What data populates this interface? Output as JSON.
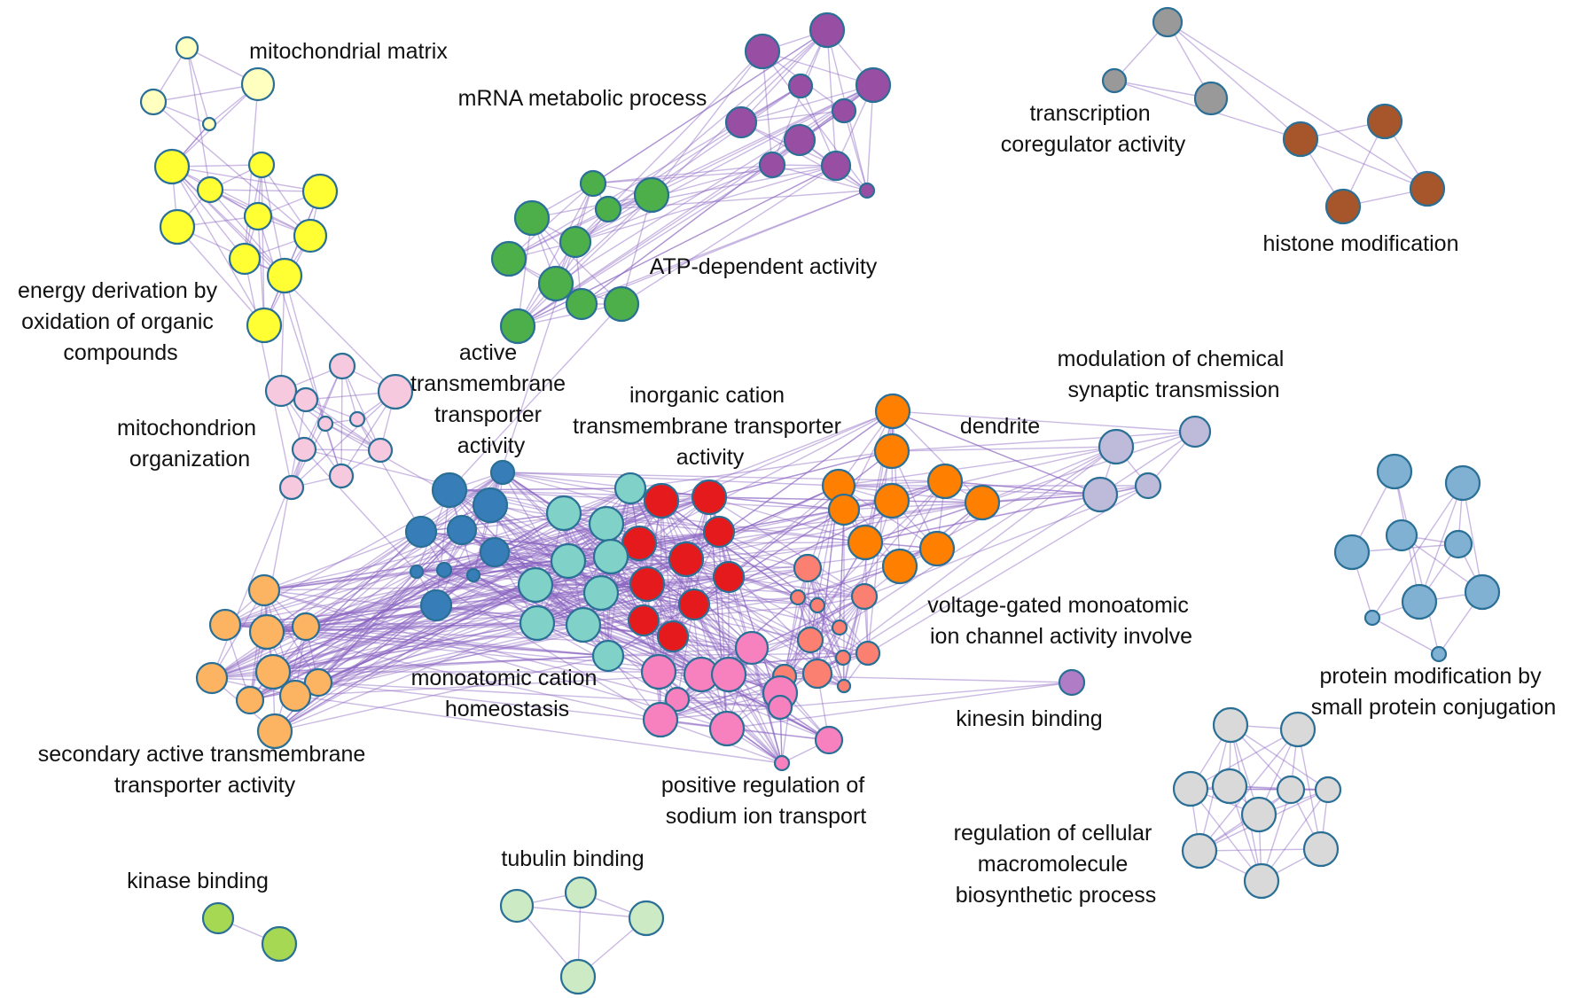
{
  "clusters": [
    {
      "id": "mito_matrix",
      "color": "#ffffbf",
      "lines": [
        "mitochondrial matrix"
      ]
    },
    {
      "id": "energy",
      "color": "#ffff33",
      "lines": [
        "energy derivation by",
        "oxidation of organic",
        "compounds"
      ]
    },
    {
      "id": "mito_org",
      "color": "#f7c9df",
      "lines": [
        "mitochondrion",
        "organization"
      ]
    },
    {
      "id": "mrna",
      "color": "#984ea3",
      "lines": [
        "mRNA metabolic process"
      ]
    },
    {
      "id": "atp",
      "color": "#4daf4a",
      "lines": [
        "ATP-dependent activity"
      ]
    },
    {
      "id": "transcription",
      "color": "#999999",
      "lines": [
        "transcription",
        "coregulator activity"
      ]
    },
    {
      "id": "histone",
      "color": "#a6562a",
      "lines": [
        "histone modification"
      ]
    },
    {
      "id": "active_tm",
      "color": "#377eb8",
      "lines": [
        "active",
        "transmembrane",
        "transporter",
        "activity"
      ]
    },
    {
      "id": "inorganic",
      "color": "#e41a1c",
      "lines": [
        "inorganic cation",
        "transmembrane transporter",
        "activity"
      ]
    },
    {
      "id": "homeostasis",
      "color": "#80d1c8",
      "lines": [
        "monoatomic cation",
        "homeostasis"
      ]
    },
    {
      "id": "dendrite",
      "color": "#ff7f00",
      "lines": [
        "dendrite"
      ]
    },
    {
      "id": "synaptic",
      "color": "#bebada",
      "lines": [
        "modulation of chemical",
        "synaptic transmission"
      ]
    },
    {
      "id": "voltage",
      "color": "#fb8072",
      "lines": [
        "voltage-gated monoatomic",
        "ion channel activity involve"
      ]
    },
    {
      "id": "sodium",
      "color": "#f781bf",
      "lines": [
        "positive regulation of",
        "sodium ion transport"
      ]
    },
    {
      "id": "secondary",
      "color": "#fdb462",
      "lines": [
        "secondary active transmembrane",
        "transporter activity"
      ]
    },
    {
      "id": "kinesin",
      "color": "#b07cc6",
      "lines": [
        "kinesin binding"
      ]
    },
    {
      "id": "protein_mod",
      "color": "#80b1d3",
      "lines": [
        "protein modification by",
        "small protein conjugation"
      ]
    },
    {
      "id": "cell_macro",
      "color": "#d9d9d9",
      "lines": [
        "regulation of cellular",
        "macromolecule",
        "biosynthetic process"
      ]
    },
    {
      "id": "tubulin",
      "color": "#ccebc5",
      "lines": [
        "tubulin binding"
      ]
    },
    {
      "id": "kinase",
      "color": "#a6d854",
      "lines": [
        "kinase binding"
      ]
    }
  ]
}
